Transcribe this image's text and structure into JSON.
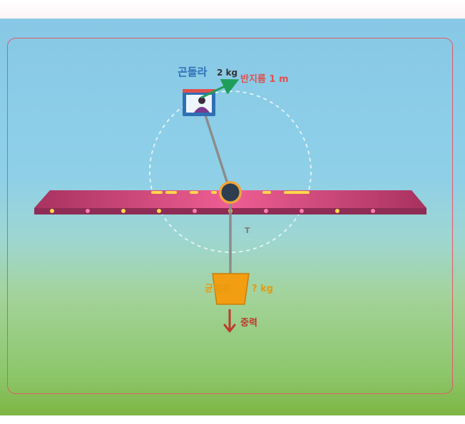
{
  "labels": {
    "gondola": "곤돌라",
    "gondola_mass": "2 kg",
    "radius": "반지름 1 m",
    "counterweight": "균형추",
    "counterweight_mass": "? kg",
    "gravity": "중력",
    "tension": "T"
  },
  "colors": {
    "frame_border": "#e05a6a",
    "gondola_label": "#2f6fb5",
    "radius_label": "#e05050",
    "counterweight_label": "#e59a12",
    "gravity_arrow": "#c0392b",
    "velocity_arrow": "#1f9e5a",
    "beam": "#c13d6f",
    "rope": "#8c8c8c"
  },
  "icons": {
    "gondola": "gondola-box-icon",
    "counterweight": "counterweight-bucket-icon",
    "pivot": "pivot-hub-icon"
  }
}
